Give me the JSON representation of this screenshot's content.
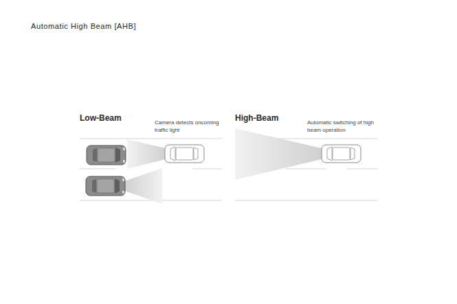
{
  "diagram": {
    "title": "Automatic High Beam [AHB]",
    "labels": [
      "Low-Beam",
      "Camera detects oncoming traffic light",
      "High-Beam",
      "Automatic switching of high beam operation"
    ]
  }
}
